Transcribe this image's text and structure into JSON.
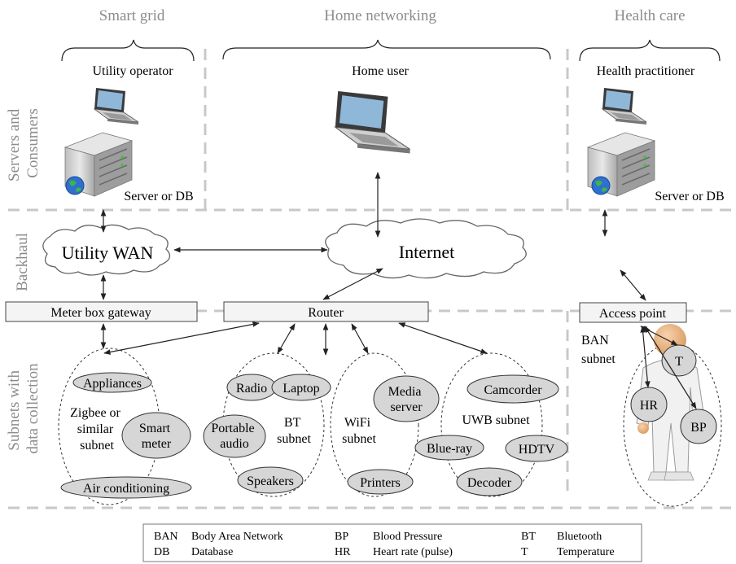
{
  "columns": {
    "smart_grid": "Smart grid",
    "home_networking": "Home networking",
    "health_care": "Health care"
  },
  "rows": {
    "servers": [
      "Servers and",
      "Consumers"
    ],
    "backhaul": "Backhaul",
    "subnets": [
      "Subnets with",
      "data collection"
    ]
  },
  "consumers": {
    "utility_operator": "Utility operator",
    "home_user": "Home user",
    "health_practitioner": "Health practitioner",
    "server_left": "Server or DB",
    "server_right": "Server or DB"
  },
  "backhaul": {
    "utility_wan": "Utility WAN",
    "internet": "Internet"
  },
  "gateways": {
    "meter_box": "Meter box gateway",
    "router": "Router",
    "access_point": "Access point"
  },
  "zigbee": {
    "label": [
      "Zigbee or",
      "similar",
      "subnet"
    ],
    "appliances": "Appliances",
    "smart_meter": [
      "Smart",
      "meter"
    ],
    "air_conditioning": "Air conditioning"
  },
  "bt": {
    "label": [
      "BT",
      "subnet"
    ],
    "radio": "Radio",
    "laptop": "Laptop",
    "portable_audio": [
      "Portable",
      "audio"
    ],
    "speakers": "Speakers"
  },
  "wifi": {
    "label": [
      "WiFi",
      "subnet"
    ],
    "media_server": [
      "Media",
      "server"
    ],
    "printers": "Printers"
  },
  "uwb": {
    "label": "UWB subnet",
    "camcorder": "Camcorder",
    "blu_ray": "Blue-ray",
    "hdtv": "HDTV",
    "decoder": "Decoder"
  },
  "ban": {
    "label": [
      "BAN",
      "subnet"
    ],
    "t": "T",
    "hr": "HR",
    "bp": "BP"
  },
  "legend": [
    {
      "abbr": "BAN",
      "full": "Body Area Network"
    },
    {
      "abbr": "BP",
      "full": "Blood Pressure"
    },
    {
      "abbr": "BT",
      "full": "Bluetooth"
    },
    {
      "abbr": "DB",
      "full": "Database"
    },
    {
      "abbr": "HR",
      "full": "Heart rate (pulse)"
    },
    {
      "abbr": "T",
      "full": "Temperature"
    }
  ],
  "colors": {
    "divider": "#c8c8c8",
    "node_fill": "#d6d6d6",
    "header_text": "#8c8c8c",
    "laptop_screen": "#8fb7d8",
    "globe": "#2f6fd0"
  },
  "icons": [
    "laptop-icon",
    "server-icon",
    "globe-icon",
    "cloud-icon",
    "person-icon"
  ]
}
